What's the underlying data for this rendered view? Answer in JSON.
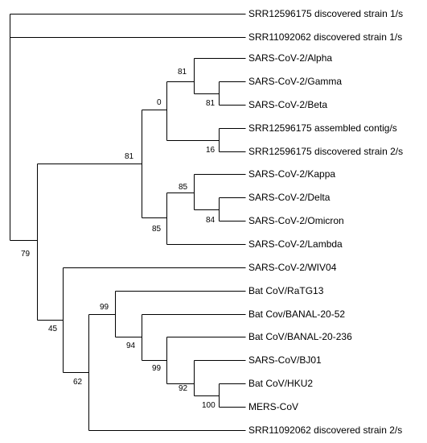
{
  "tree": {
    "leaves": [
      {
        "id": "L1",
        "label": "SRR12596175 discovered strain 1/s"
      },
      {
        "id": "L2",
        "label": "SRR11092062 discovered strain 1/s"
      },
      {
        "id": "L3",
        "label": "SARS-CoV-2/Alpha"
      },
      {
        "id": "L4",
        "label": "SARS-CoV-2/Gamma"
      },
      {
        "id": "L5",
        "label": "SARS-CoV-2/Beta"
      },
      {
        "id": "L6",
        "label": "SRR12596175 assembled contig/s"
      },
      {
        "id": "L7",
        "label": "SRR12596175 discovered strain 2/s"
      },
      {
        "id": "L8",
        "label": "SARS-CoV-2/Kappa"
      },
      {
        "id": "L9",
        "label": "SARS-CoV-2/Delta"
      },
      {
        "id": "L10",
        "label": "SARS-CoV-2/Omicron"
      },
      {
        "id": "L11",
        "label": "SARS-CoV-2/Lambda"
      },
      {
        "id": "L12",
        "label": "SARS-CoV-2/WIV04"
      },
      {
        "id": "L13",
        "label": "Bat CoV/RaTG13"
      },
      {
        "id": "L14",
        "label": "Bat Cov/BANAL-20-52"
      },
      {
        "id": "L15",
        "label": "Bat CoV/BANAL-20-236"
      },
      {
        "id": "L16",
        "label": "SARS-CoV/BJ01"
      },
      {
        "id": "L17",
        "label": "Bat CoV/HKU2"
      },
      {
        "id": "L18",
        "label": "MERS-CoV"
      },
      {
        "id": "L19",
        "label": "SRR11092062 discovered strain 2/s"
      }
    ],
    "bootstrap": {
      "alpha_beta_gamma": "81",
      "beta_gamma": "81",
      "assembled_discovered2": "16",
      "alpha_clade_with_srr": "0",
      "kappa_delta_omicron": "85",
      "delta_omicron": "84",
      "kappa_lambda_clade": "85",
      "sars_cov_2_variants": "81",
      "ratg13_group": "99",
      "banal52_group": "94",
      "banal236_group": "99",
      "bj01_group": "92",
      "hku2_mers": "100",
      "bat_clade_with_srr2": "62",
      "wiv04_group": "45",
      "ingroup": "79"
    }
  }
}
